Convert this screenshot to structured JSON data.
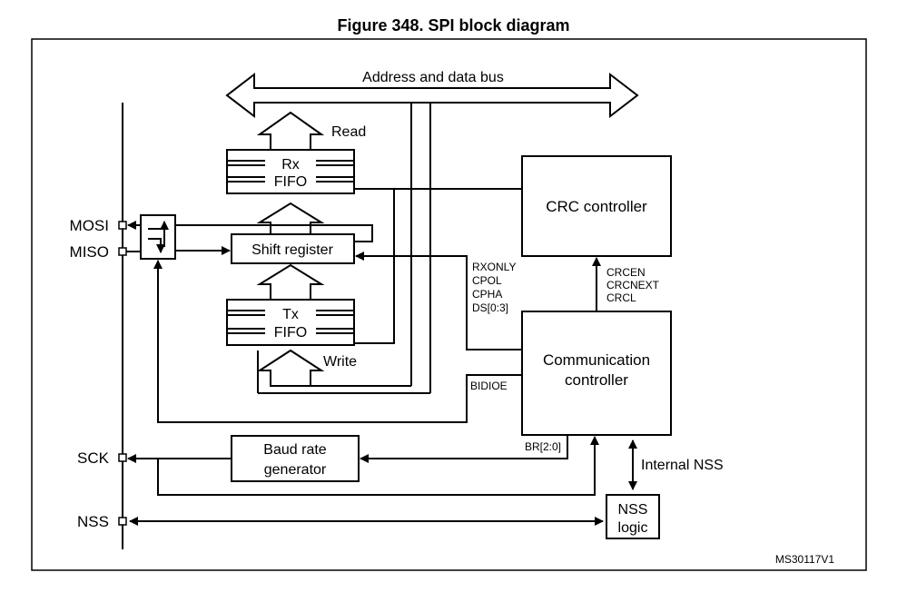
{
  "title": "Figure 348. SPI block diagram",
  "bus_label": "Address and data bus",
  "read_label": "Read",
  "write_label": "Write",
  "rx_fifo": {
    "line1": "Rx",
    "line2": "FIFO"
  },
  "tx_fifo": {
    "line1": "Tx",
    "line2": "FIFO"
  },
  "shift_register": "Shift register",
  "crc_controller": "CRC controller",
  "comm_controller": {
    "line1": "Communication",
    "line2": "controller"
  },
  "baud_rate": {
    "line1": "Baud rate",
    "line2": "generator"
  },
  "nss_logic": {
    "line1": "NSS",
    "line2": "logic"
  },
  "pins": {
    "mosi": "MOSI",
    "miso": "MISO",
    "sck": "SCK",
    "nss": "NSS"
  },
  "ctrl_signals": [
    "RXONLY",
    "CPOL",
    "CPHA",
    "DS[0:3]"
  ],
  "crc_signals": [
    "CRCEN",
    "CRCNEXT",
    "CRCL"
  ],
  "bidioe": "BIDIOE",
  "br": "BR[2:0]",
  "internal_nss": "Internal NSS",
  "ref_code": "MS30117V1"
}
